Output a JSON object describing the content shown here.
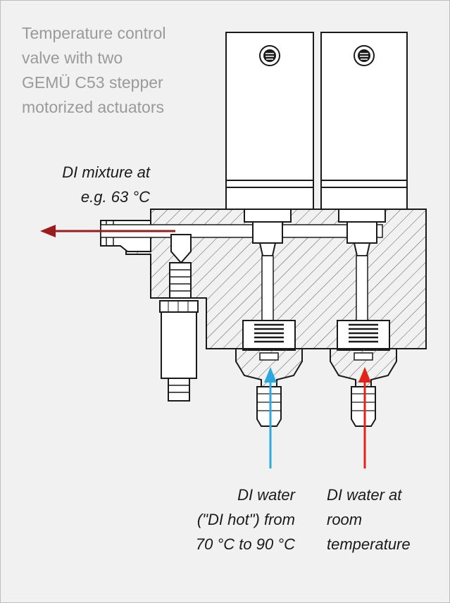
{
  "title": {
    "lines": [
      "Temperature control",
      "valve with two",
      "GEMÜ C53 stepper",
      "motorized actuators"
    ]
  },
  "outlet": {
    "lines": [
      "DI mixture at",
      "e.g. 63 °C"
    ],
    "arrow_color": "#9b1c1c"
  },
  "inlet_hot": {
    "lines": [
      "DI water",
      "(\"DI hot\") from",
      "70 °C to 90 °C"
    ],
    "arrow_color": "#29a9e0"
  },
  "inlet_room": {
    "lines": [
      "DI water at",
      "room",
      "temperature"
    ],
    "arrow_color": "#e2231a"
  },
  "drawing": {
    "line_color": "#1a1a1a",
    "hatch_color": "#555555"
  }
}
